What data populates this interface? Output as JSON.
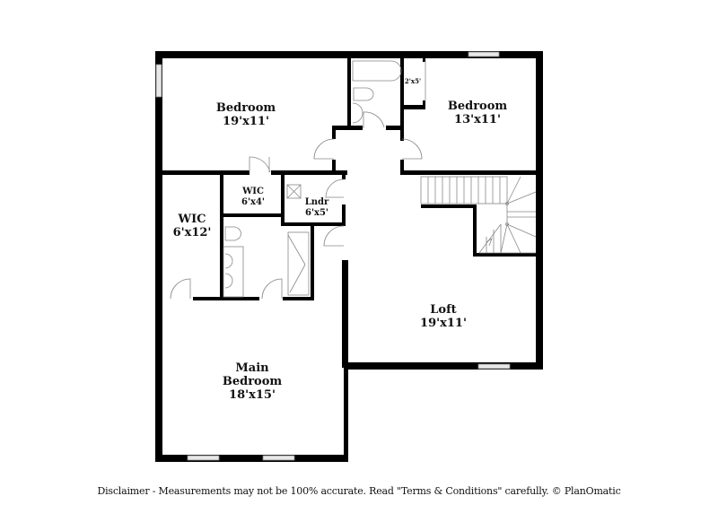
{
  "floorplan": {
    "rooms": [
      {
        "id": "bedroom-1",
        "name": "Bedroom",
        "size": "19'x11'"
      },
      {
        "id": "bedroom-2",
        "name": "Bedroom",
        "size": "13'x11'"
      },
      {
        "id": "closet-small",
        "name": "",
        "size": "2'x5'"
      },
      {
        "id": "wic-1",
        "name": "WIC",
        "size": "6'x4'"
      },
      {
        "id": "laundry",
        "name": "Lndr",
        "size": "6'x5'"
      },
      {
        "id": "wic-2",
        "name": "WIC",
        "size": "6'x12'"
      },
      {
        "id": "loft",
        "name": "Loft",
        "size": "19'x11'"
      },
      {
        "id": "main-bedroom",
        "name_line1": "Main",
        "name_line2": "Bedroom",
        "size": "18'x15'"
      }
    ]
  },
  "footer": {
    "disclaimer": "Disclaimer - Measurements may not be 100% accurate. Read \"Terms & Conditions\" carefully. © PlanOmatic"
  },
  "colors": {
    "wall": "#000000",
    "fixture": "#888888",
    "background": "#ffffff"
  }
}
